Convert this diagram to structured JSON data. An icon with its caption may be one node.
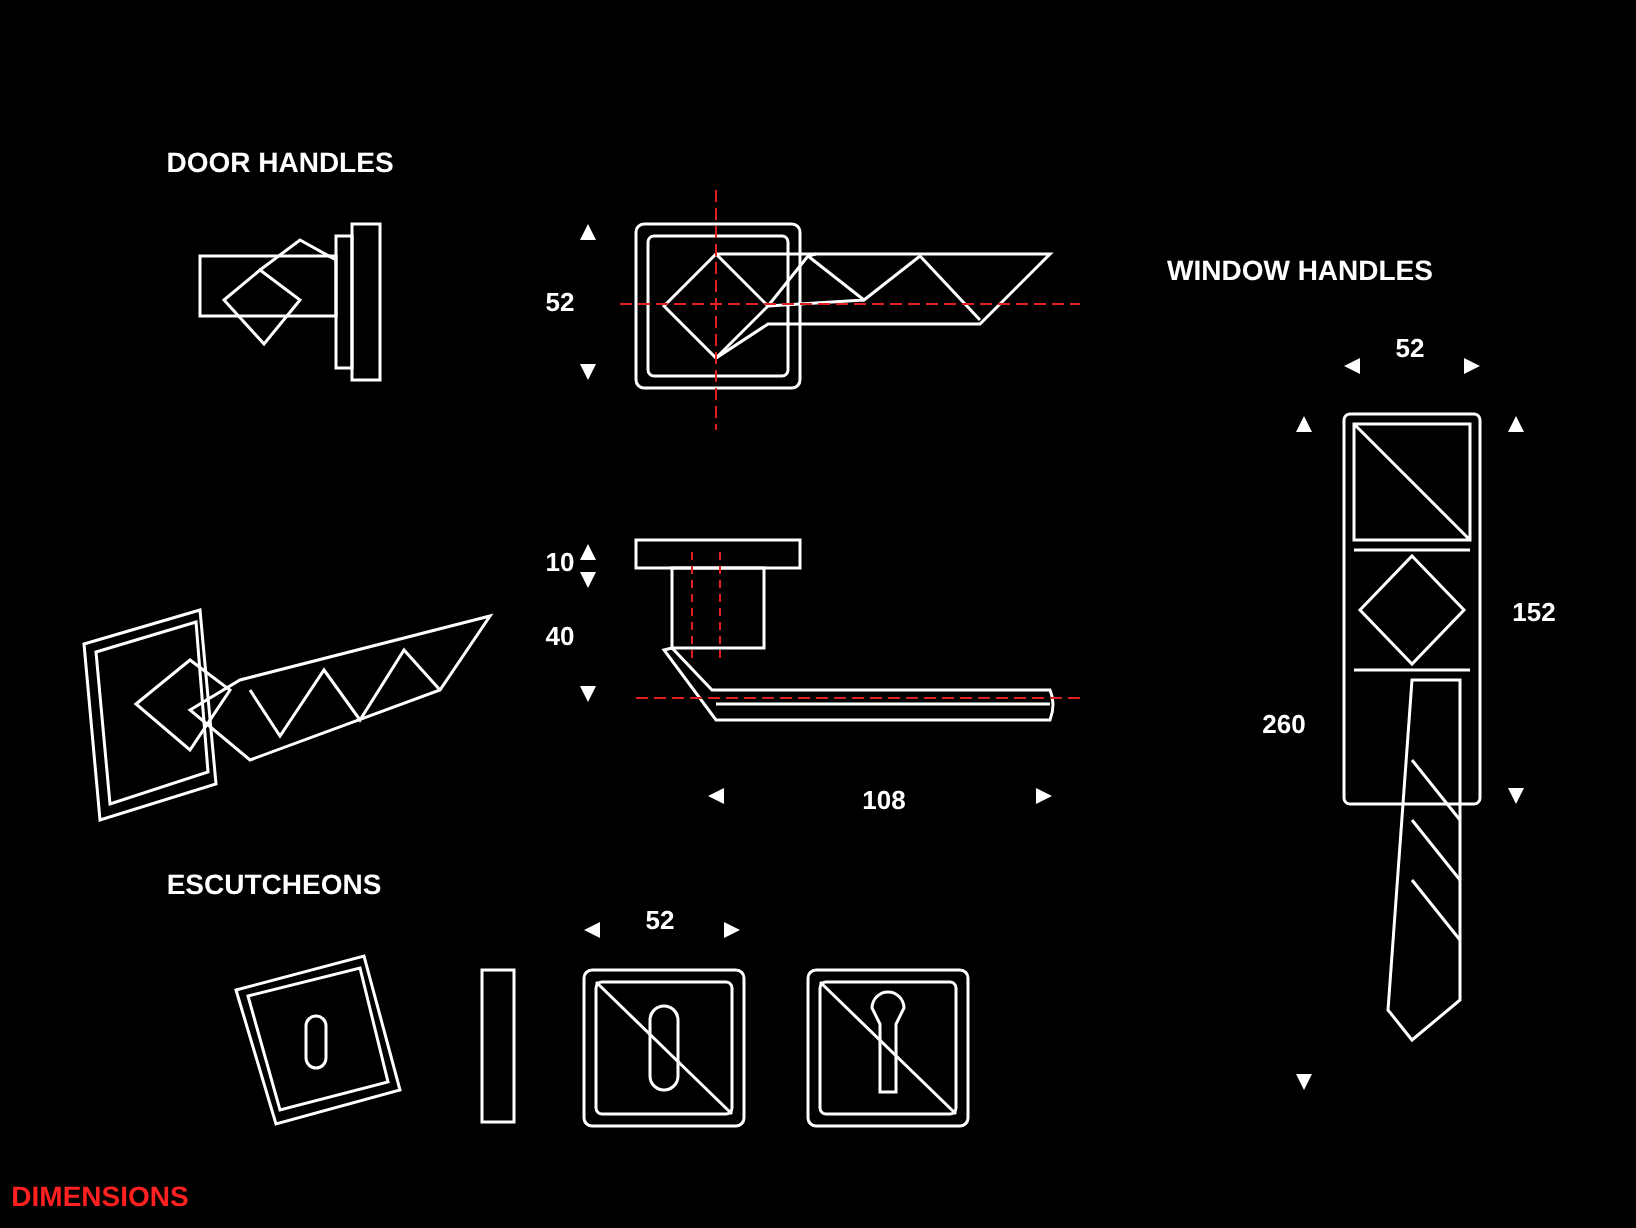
{
  "diagram": {
    "labels": [
      "DOOR HANDLES",
      "52",
      "WINDOW HANDLES",
      "52",
      "10",
      "152",
      "40",
      "260",
      "108",
      "ESCUTCHEONS",
      "52",
      "DIMENSIONS"
    ]
  }
}
